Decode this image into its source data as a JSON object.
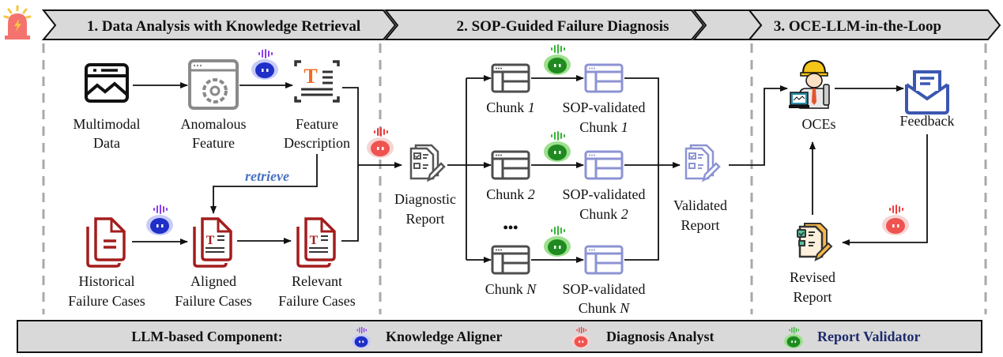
{
  "stages": [
    {
      "label": "1. Data Analysis with Knowledge Retrieval"
    },
    {
      "label": "2. SOP-Guided Failure Diagnosis"
    },
    {
      "label": "3. OCE-LLM-in-the-Loop"
    }
  ],
  "stage1": {
    "multimodal": [
      "Multimodal",
      "Data"
    ],
    "anomalous": [
      "Anomalous",
      "Feature"
    ],
    "feature_desc": [
      "Feature",
      "Description"
    ],
    "historical": [
      "Historical",
      "Failure Cases"
    ],
    "aligned": [
      "Aligned",
      "Failure Cases"
    ],
    "relevant": [
      "Relevant",
      "Failure Cases"
    ],
    "retrieve_label": "retrieve"
  },
  "stage2": {
    "diagnostic": [
      "Diagnostic",
      "Report"
    ],
    "chunk_prefix": "Chunk ",
    "chunks": [
      "1",
      "2",
      "N"
    ],
    "validated_prefix": "SOP-validated",
    "ellipsis": "•••",
    "validated_report": [
      "Validated",
      "Report"
    ]
  },
  "stage3": {
    "oces": "OCEs",
    "feedback": "Feedback",
    "revised": [
      "Revised",
      "Report"
    ]
  },
  "legend": {
    "title": "LLM-based Component:",
    "items": [
      {
        "label": "Knowledge Aligner",
        "color": "#1f2fc7"
      },
      {
        "label": "Diagnosis Analyst",
        "color": "#ef5350"
      },
      {
        "label": "Report Validator",
        "color": "#2e9e2e"
      }
    ]
  },
  "colors": {
    "header_fill": "#d9d9d9",
    "knowledge_aligner": "#1f2fc7",
    "diagnosis_analyst": "#ef5350",
    "report_validator": "#2e9e2e",
    "chunk_gray": "#4d4d4d",
    "chunk_validated": "#8c93d3",
    "failure_red": "#a31d1d",
    "feature_orange": "#f26b21",
    "retrieve_blue": "#4a72c4"
  }
}
